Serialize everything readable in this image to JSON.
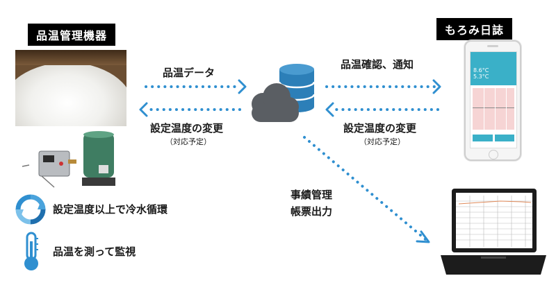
{
  "left_device_badge": "品温管理機器",
  "right_device_badge": "もろみ日誌",
  "arrow_labels": {
    "upload_left": "品温データ",
    "upload_right": "品温確認、通知",
    "setpoint_left": "設定温度の変更",
    "setpoint_left_note": "（対応予定）",
    "setpoint_right": "設定温度の変更",
    "setpoint_right_note": "（対応予定）",
    "report_line1": "事績管理",
    "report_line2": "帳票出力"
  },
  "features": [
    {
      "icon": "cycle-arrows-icon",
      "text": "設定温度以上で冷水循環"
    },
    {
      "icon": "thermometer-icon",
      "text": "品温を測って監視"
    }
  ],
  "phone": {
    "temp1": "8.6°C",
    "temp2": "5.3°C"
  },
  "colors": {
    "accent_blue": "#2f8fd0",
    "cloud_gray": "#5a5e63",
    "db_blue": "#2c7fb8"
  }
}
